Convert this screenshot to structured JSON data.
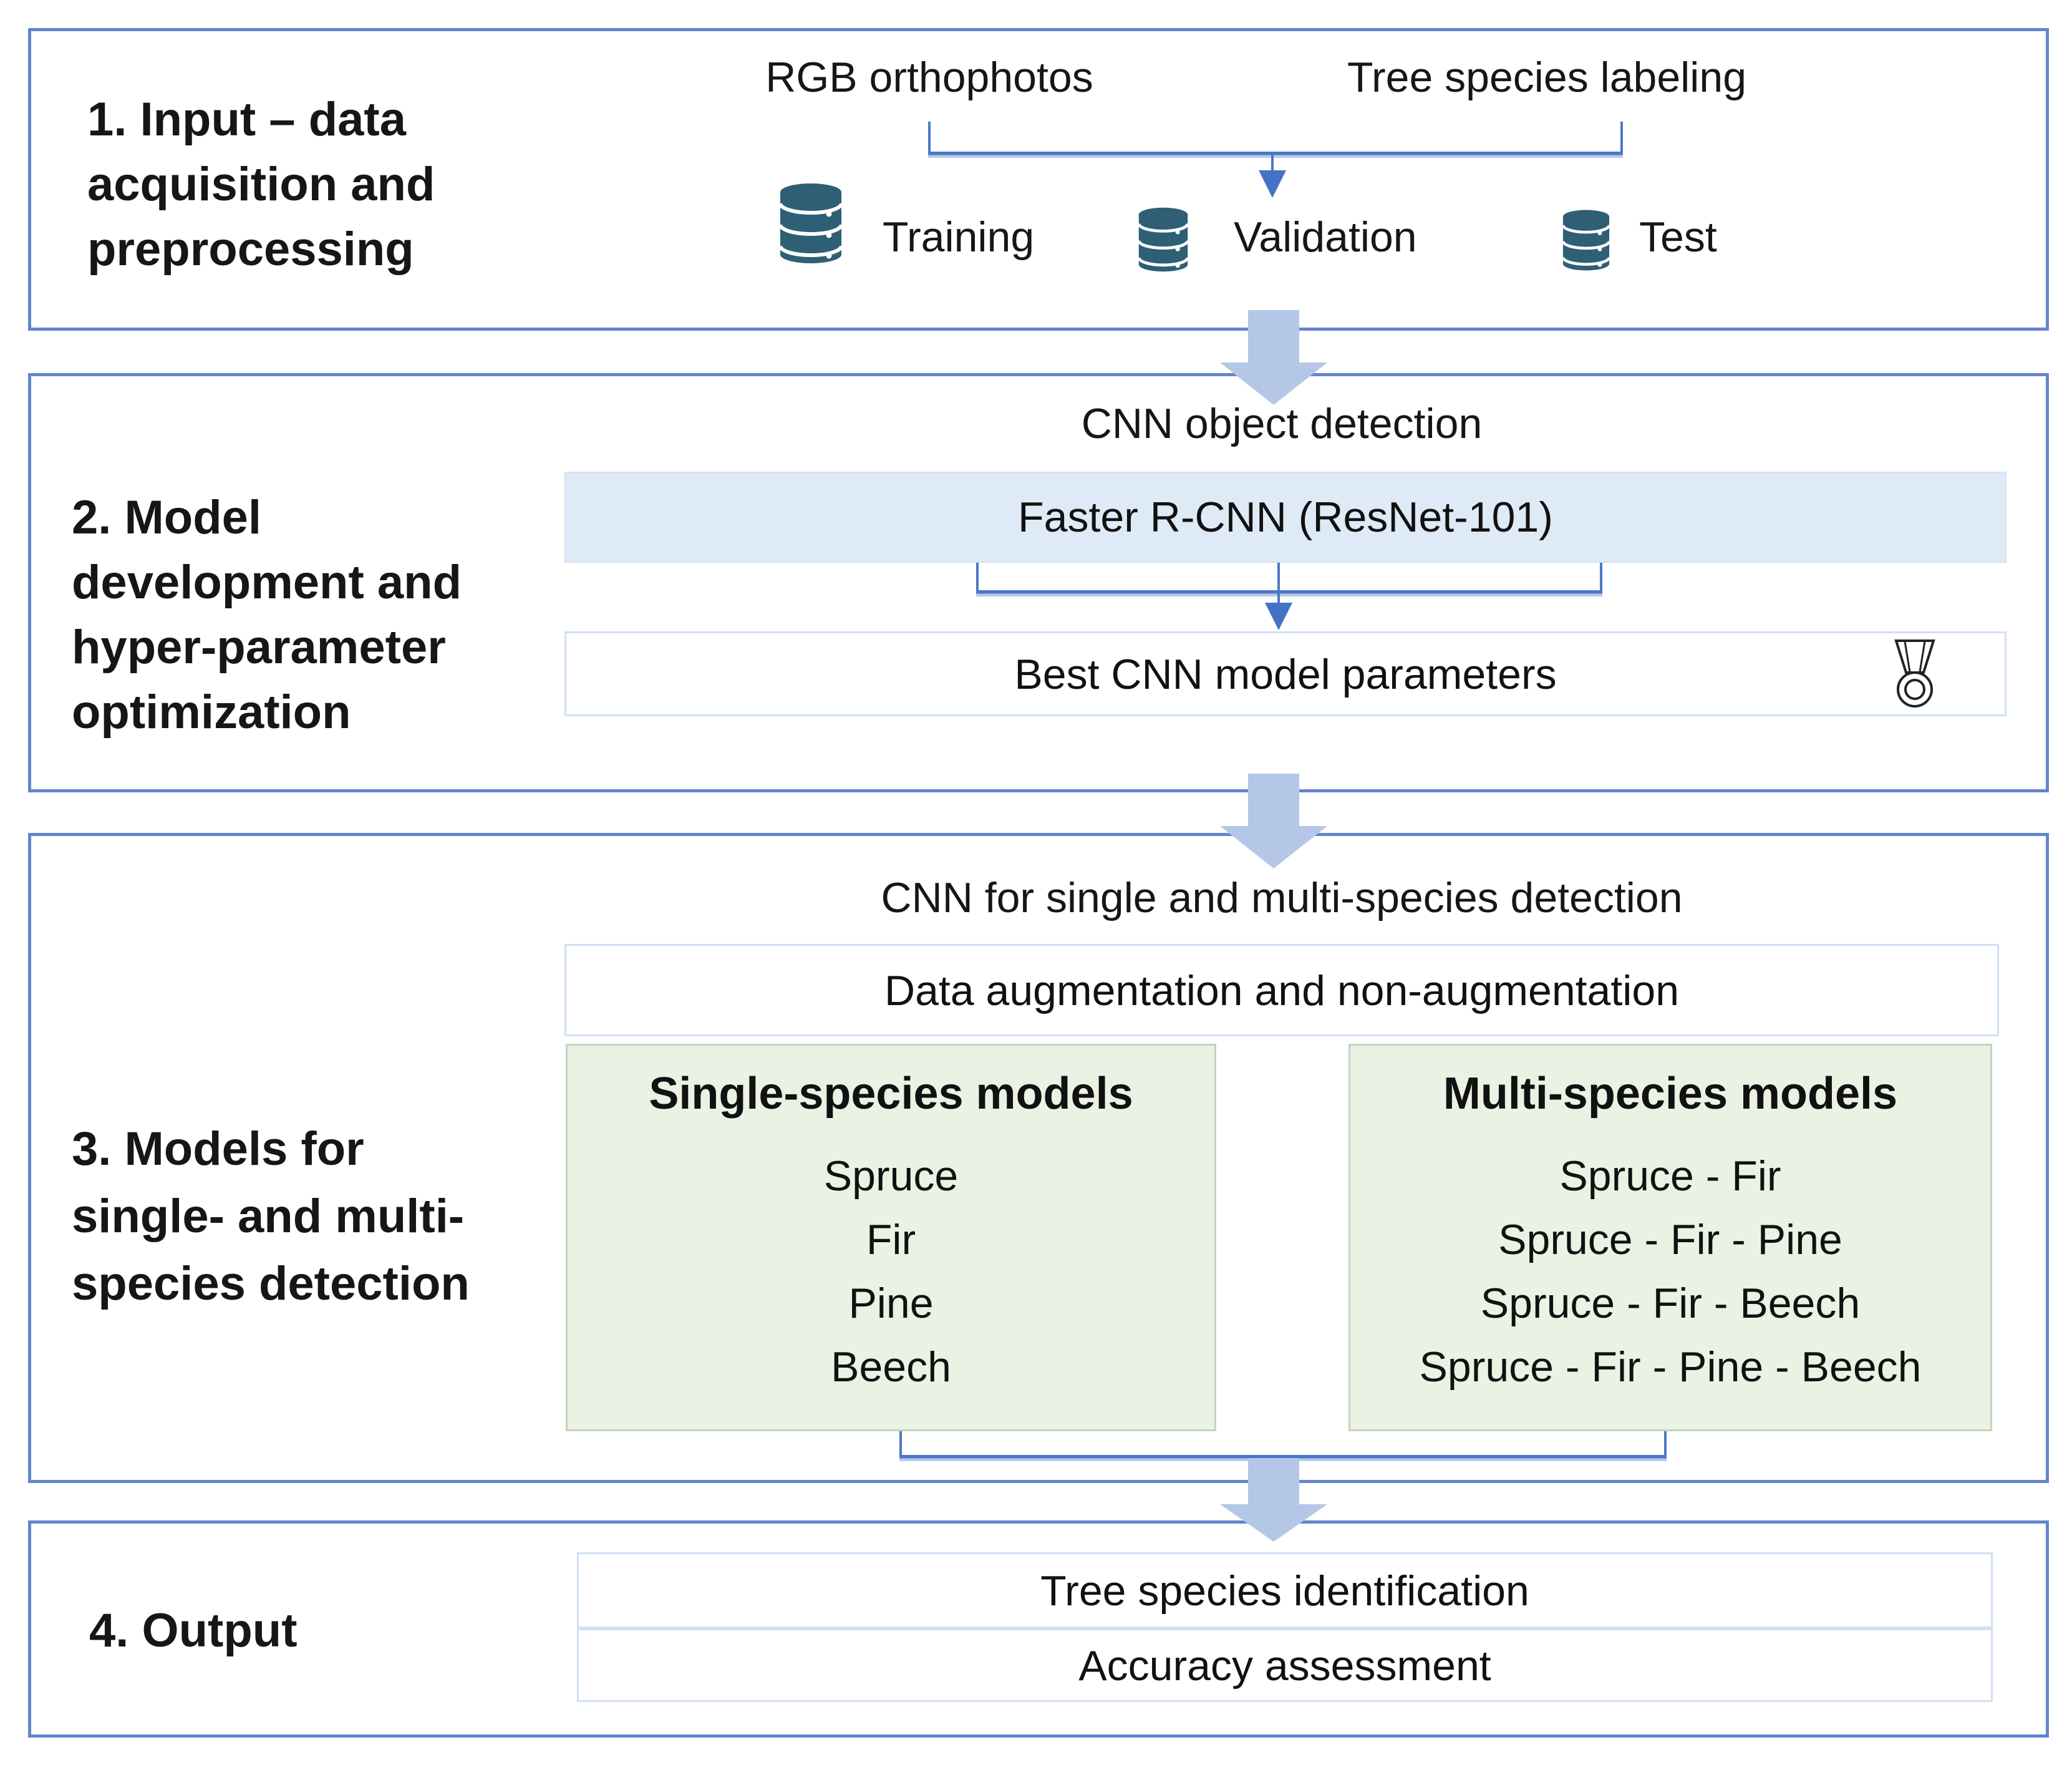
{
  "colors": {
    "section_border": "#6286cb",
    "connector_line": "#4a78c5",
    "connector_shadow": "#b7c9e8",
    "arrowhead": "#4472c4",
    "block_arrow_fill": "#b4c7e7",
    "model_box_fill": "#deeaf6",
    "light_box_border": "#cfe0f4",
    "green_box_fill": "#eaf2e4",
    "green_box_border": "#c6d3bc",
    "database_icon": "#2e5f74",
    "text": "#161616"
  },
  "icons": {
    "database": "database-cylinder-icon",
    "medal": "medal-award-icon",
    "block_arrow": "down-block-arrow-icon",
    "merge_arrow": "down-arrowhead-icon"
  },
  "sections": [
    {
      "label_lines": [
        "1. Input – data",
        "acquisition and",
        "preprocessing"
      ],
      "inputs": {
        "left": "RGB orthophotos",
        "right": "Tree species labeling"
      },
      "datasets": [
        {
          "name": "Training"
        },
        {
          "name": "Validation"
        },
        {
          "name": "Test"
        }
      ]
    },
    {
      "label_lines": [
        "2. Model",
        "development and",
        "hyper-parameter",
        "optimization"
      ],
      "heading": "CNN object detection",
      "model_box": "Faster R-CNN (ResNet-101)",
      "result_box": "Best CNN model parameters"
    },
    {
      "label_lines": [
        "3. Models for",
        "single- and multi-",
        "species detection"
      ],
      "heading": "CNN for single and multi-species detection",
      "augmentation_box": "Data augmentation and non-augmentation",
      "single_species": {
        "title": "Single-species models",
        "items": [
          "Spruce",
          "Fir",
          "Pine",
          "Beech"
        ]
      },
      "multi_species": {
        "title": "Multi-species models",
        "items": [
          "Spruce - Fir",
          "Spruce - Fir - Pine",
          "Spruce - Fir - Beech",
          "Spruce - Fir - Pine - Beech"
        ]
      }
    },
    {
      "label_lines": [
        "4. Output"
      ],
      "output_boxes": [
        "Tree species identification",
        "Accuracy assessment"
      ]
    }
  ]
}
